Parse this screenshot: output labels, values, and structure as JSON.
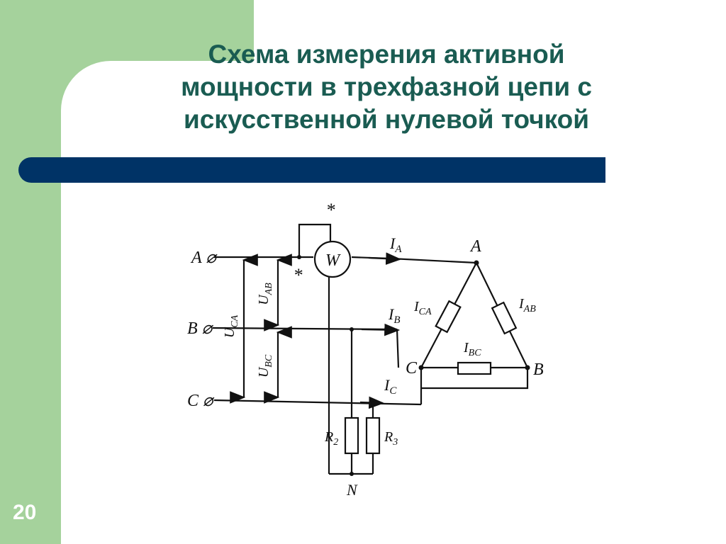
{
  "slide": {
    "title_lines": [
      "Схема измерения активной",
      "мощности в трехфазной цепи с",
      "искусственной нулевой точкой"
    ],
    "page_number": "20",
    "colors": {
      "background_band": "#a5d29c",
      "title": "#1a5c52",
      "bar": "#003366"
    }
  },
  "diagram": {
    "terminals": {
      "a": "A",
      "b": "B",
      "c": "C"
    },
    "wattmeter": "W",
    "star_mark": "*",
    "currents": {
      "ia": "I",
      "ia_sub": "A",
      "ib": "I",
      "ib_sub": "B",
      "ic": "I",
      "ic_sub": "C"
    },
    "voltages": {
      "uca": "U",
      "uca_sub": "CA",
      "uab": "U",
      "uab_sub": "AB",
      "ubc": "U",
      "ubc_sub": "BC"
    },
    "delta_nodes": {
      "a": "A",
      "b": "B",
      "c": "C"
    },
    "delta_currents": {
      "ica": "I",
      "ica_sub": "CA",
      "iab": "I",
      "iab_sub": "AB",
      "ibc": "I",
      "ibc_sub": "BC"
    },
    "resistors": {
      "r2": "R",
      "r2_sub": "2",
      "r3": "R",
      "r3_sub": "3"
    },
    "neutral": "N"
  }
}
